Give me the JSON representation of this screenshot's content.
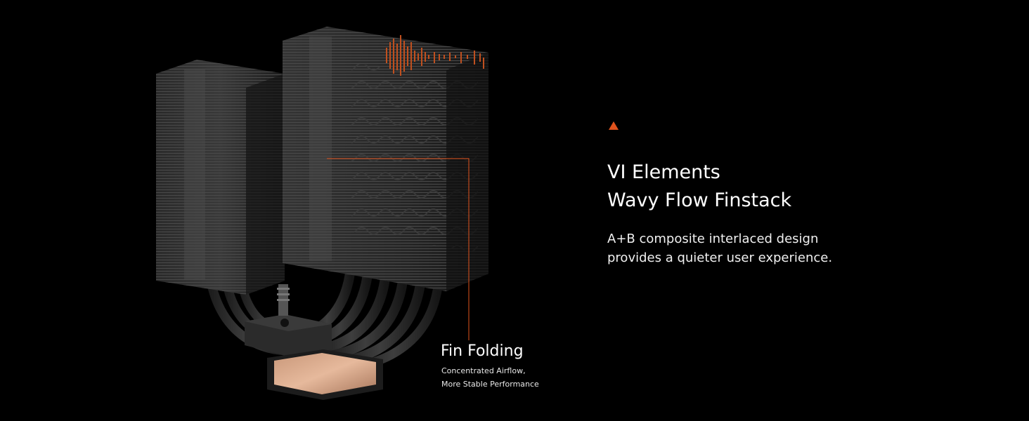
{
  "feature": {
    "accent_color": "#e0531d",
    "marker_icon": "triangle-up-icon",
    "title_lines": [
      "VI Elements",
      "Wavy Flow Finstack"
    ],
    "description_lines": [
      "A+B composite interlaced design",
      "provides a quieter user experience."
    ]
  },
  "callout": {
    "title": "Fin Folding",
    "subtitle_lines": [
      "Concentrated Airflow,",
      "More Stable Performance"
    ],
    "line_color": "#e0531d"
  },
  "product_image": {
    "subject": "dual-tower CPU air cooler with black fin stacks, heat pipes and copper base plate"
  }
}
